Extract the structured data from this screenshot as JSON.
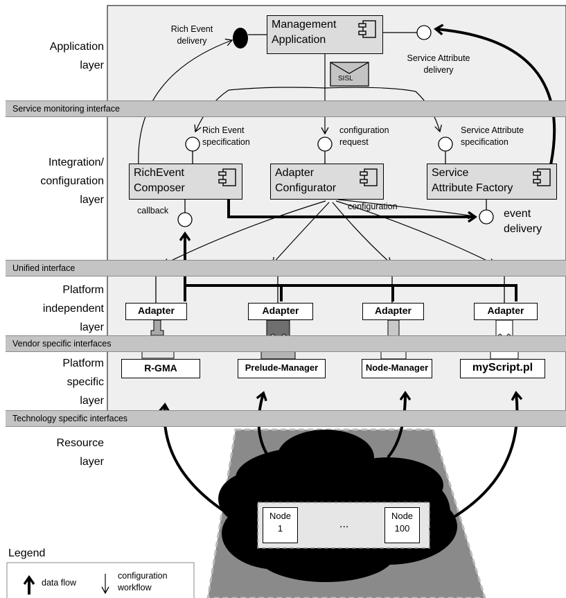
{
  "layers": {
    "application": [
      "Application",
      "layer"
    ],
    "integration": [
      "Integration/",
      "configuration",
      "layer"
    ],
    "platform_independent": [
      "Platform",
      "independent",
      "layer"
    ],
    "platform_specific": [
      "Platform",
      "specific",
      "layer"
    ],
    "resource": [
      "Resource",
      "layer"
    ]
  },
  "bands": {
    "service_monitoring": "Service monitoring interface",
    "unified": "Unified interface",
    "vendor": "Vendor specific interfaces",
    "technology": "Technology specific interfaces"
  },
  "components": {
    "management": [
      "Management",
      "Application"
    ],
    "richevent": [
      "RichEvent",
      "Composer"
    ],
    "adapter_configurator": [
      "Adapter",
      "Configurator"
    ],
    "service_attribute_factory": [
      "Service",
      "Attribute Factory"
    ]
  },
  "labels": {
    "rich_event_delivery": [
      "Rich Event",
      "delivery"
    ],
    "service_attribute_delivery": [
      "Service Attribute",
      "delivery"
    ],
    "sisl": "SISL",
    "rich_event_spec": [
      "Rich Event",
      "specification"
    ],
    "configuration_request": [
      "configuration",
      "request"
    ],
    "service_attribute_spec": [
      "Service Attribute",
      "specification"
    ],
    "callback": "callback",
    "configuration": "configuration",
    "event_delivery": [
      "event",
      "delivery"
    ]
  },
  "adapters": [
    "Adapter",
    "Adapter",
    "Adapter",
    "Adapter"
  ],
  "platforms": [
    "R-GMA",
    "Prelude-Manager",
    "Node-Manager",
    "myScript.pl"
  ],
  "nodes": {
    "first": [
      "Node",
      "1"
    ],
    "ellipsis": "...",
    "last": [
      "Node",
      "100"
    ]
  },
  "legend": {
    "title": "Legend",
    "data_flow": "data flow",
    "configuration_workflow": [
      "configuration",
      "workflow"
    ]
  },
  "colors": {
    "panel": "#efefef",
    "band": "#c4c4c4",
    "component": "#dcdcdc",
    "cloud": "#000000",
    "resource_area": "#8a8a8a"
  }
}
